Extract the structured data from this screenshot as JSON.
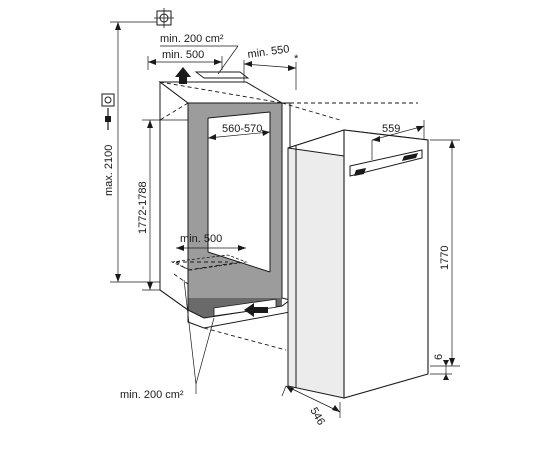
{
  "labels": {
    "min_200_top": "min. 200 cm²",
    "min_500_top": "min. 500",
    "min_550": "min. 550",
    "min_550_mark": "*",
    "max_2100": "max. 2100",
    "niche_width": "560-570",
    "niche_height": "1772-1788",
    "min_500_bottom": "min. 500",
    "min_200_bottom": "min. 200 cm²",
    "width_559": "559",
    "height_1770": "1770",
    "depth_546": "546",
    "gap_6": "6"
  },
  "icons": {
    "power_socket": "power-socket-icon",
    "mounting_target": "crosshair-target-icon"
  },
  "colors": {
    "line": "#1a1a1a",
    "niche_interior": "#9c9c9c",
    "niche_floor": "#6a6a6a"
  }
}
